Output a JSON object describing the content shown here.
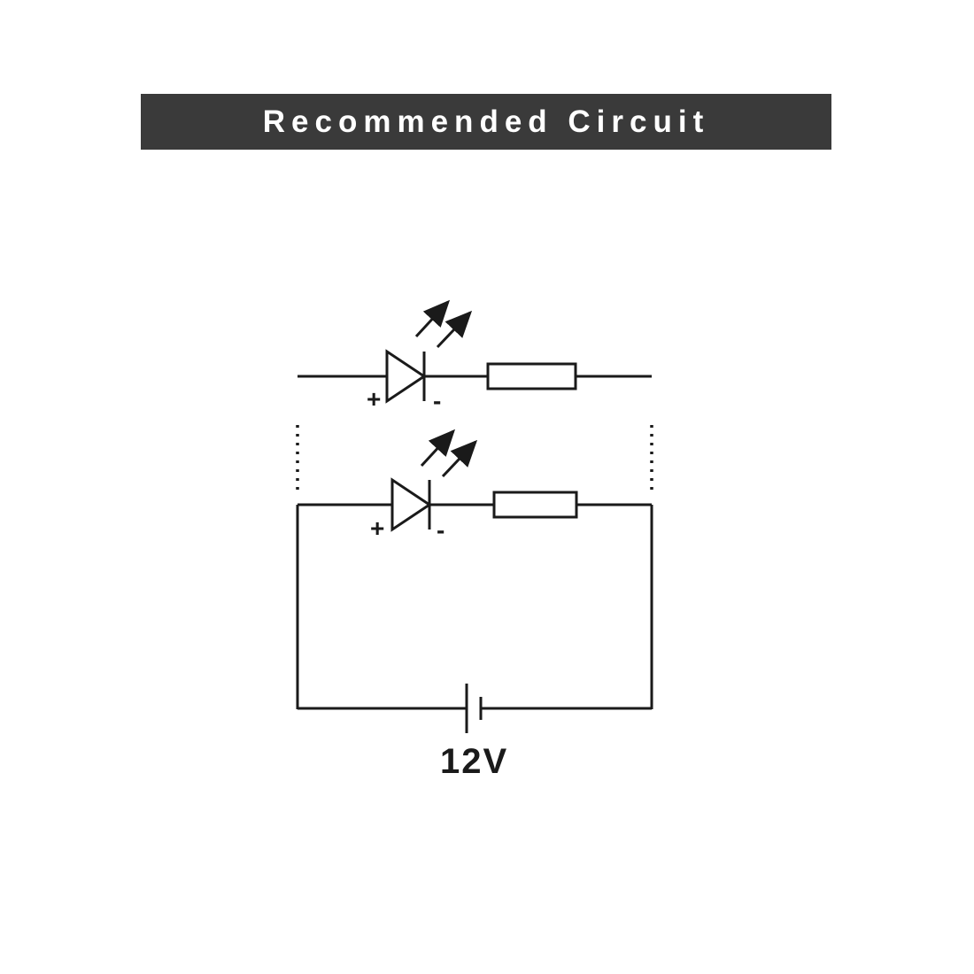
{
  "header": {
    "title": "Recommended Circuit",
    "bg_color": "#3a3a3a",
    "text_color": "#ffffff"
  },
  "circuit": {
    "description": "Two parallel LED plus resistor branches powered by a battery",
    "line_color": "#1a1a1a",
    "branch1": {
      "components": [
        "led",
        "resistor"
      ],
      "anode_label": "+",
      "cathode_label": "-"
    },
    "branch2": {
      "components": [
        "led",
        "resistor"
      ],
      "anode_label": "+",
      "cathode_label": "-"
    },
    "battery": {
      "voltage_label": "12V"
    }
  }
}
